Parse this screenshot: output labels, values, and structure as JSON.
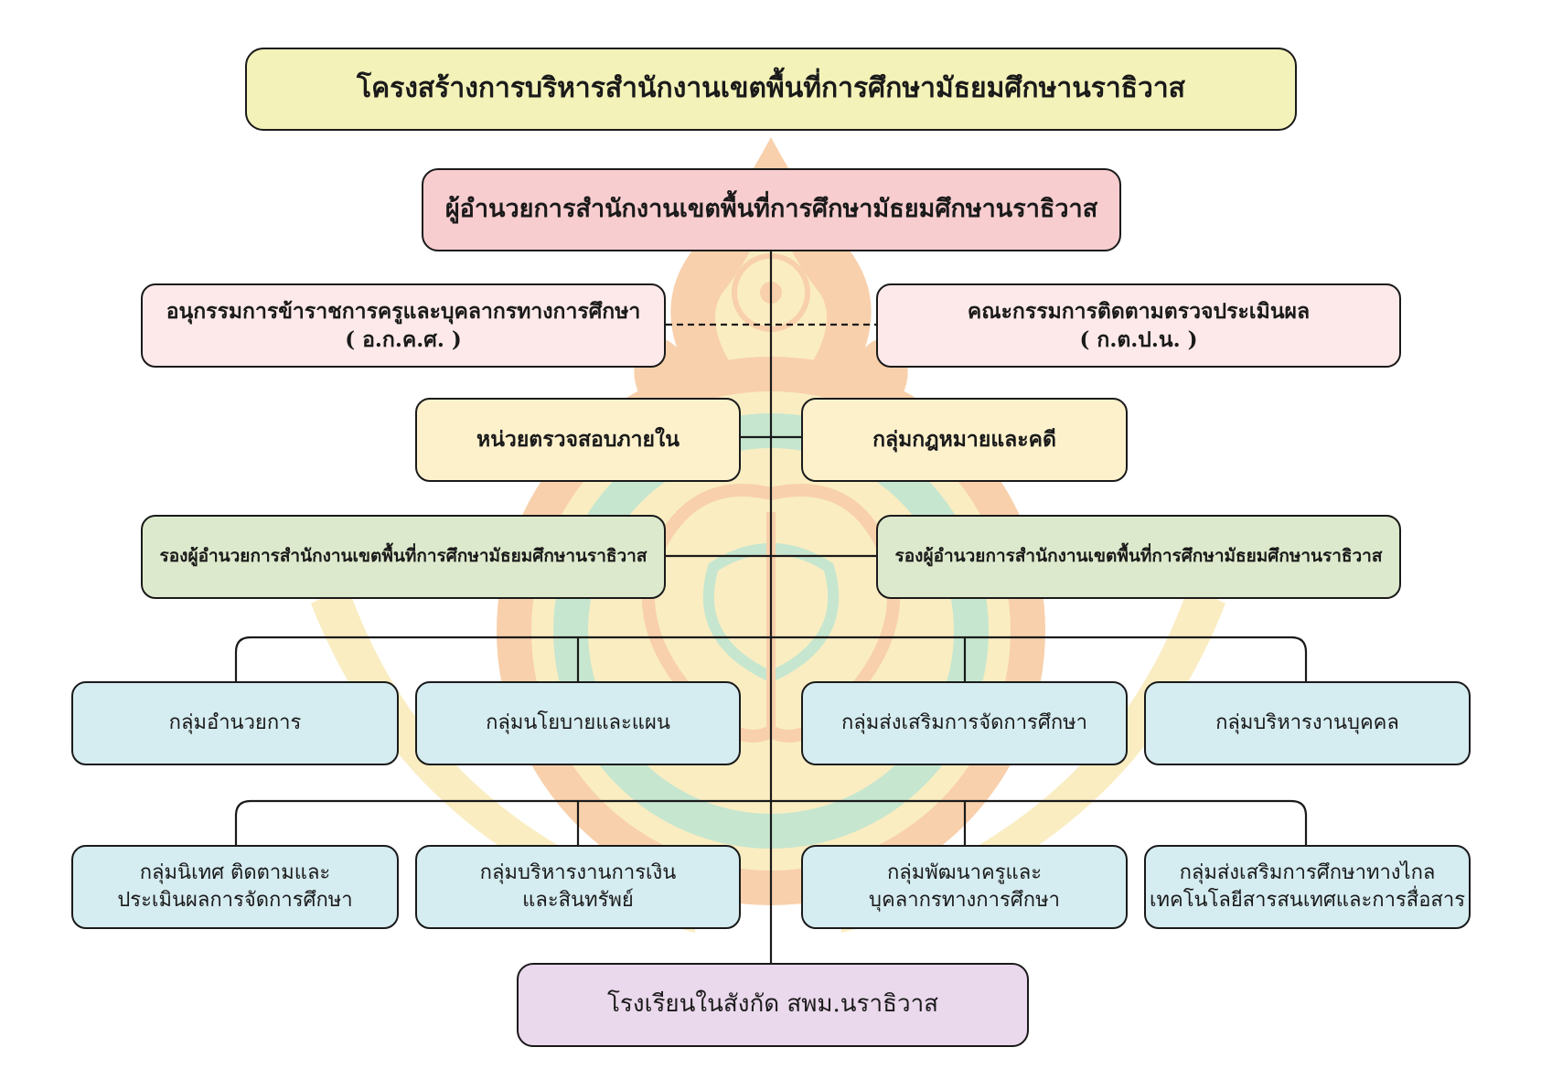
{
  "title": "โครงสร้างการบริหารสำนักงานเขตพื้นที่การศึกษามัธยมศึกษานราธิวาส",
  "director": "ผู้อำนวยการสำนักงานเขตพื้นที่การศึกษามัธยมศึกษานราธิวาส",
  "committees": {
    "left": {
      "line1": "อนุกรรมการข้าราชการครูและบุคลากรทางการศึกษา",
      "line2": "( อ.ก.ค.ศ. )"
    },
    "right": {
      "line1": "คณะกรรมการติดตามตรวจประเมินผล",
      "line2": "( ก.ต.ป.น. )"
    }
  },
  "units": {
    "audit": "หน่วยตรวจสอบภายใน",
    "legal": "กลุ่มกฎหมายและคดี"
  },
  "deputies": {
    "left": "รองผู้อำนวยการสำนักงานเขตพื้นที่การศึกษามัธยมศึกษานราธิวาส",
    "right": "รองผู้อำนวยการสำนักงานเขตพื้นที่การศึกษามัธยมศึกษานราธิวาส"
  },
  "groups_row1": [
    {
      "line1": "กลุ่มอำนวยการ",
      "line2": ""
    },
    {
      "line1": "กลุ่มนโยบายและแผน",
      "line2": ""
    },
    {
      "line1": "กลุ่มส่งเสริมการจัดการศึกษา",
      "line2": ""
    },
    {
      "line1": "กลุ่มบริหารงานบุคคล",
      "line2": ""
    }
  ],
  "groups_row2": [
    {
      "line1": "กลุ่มนิเทศ ติดตามและ",
      "line2": "ประเมินผลการจัดการศึกษา"
    },
    {
      "line1": "กลุ่มบริหารงานการเงิน",
      "line2": "และสินทรัพย์"
    },
    {
      "line1": "กลุ่มพัฒนาครูและ",
      "line2": "บุคลากรทางการศึกษา"
    },
    {
      "line1": "กลุ่มส่งเสริมการศึกษาทางไกล",
      "line2": "เทคโนโลยีสารสนเทศและการสื่อสาร"
    }
  ],
  "schools": "โรงเรียนในสังกัด สพม.นราธิวาส",
  "colors": {
    "title_fill": "#f3f2b8",
    "director_fill": "#f8cdcf",
    "committee_fill": "#fde9e9",
    "unit_fill": "#fdf1cc",
    "deputy_fill": "#dde9cc",
    "group_fill": "#d5ecf1",
    "schools_fill": "#ead8ec",
    "emblem_orange": "#f2a25a",
    "emblem_yellow": "#f6dc86",
    "emblem_green": "#8fcfa0",
    "line": "#1a1a1a"
  }
}
